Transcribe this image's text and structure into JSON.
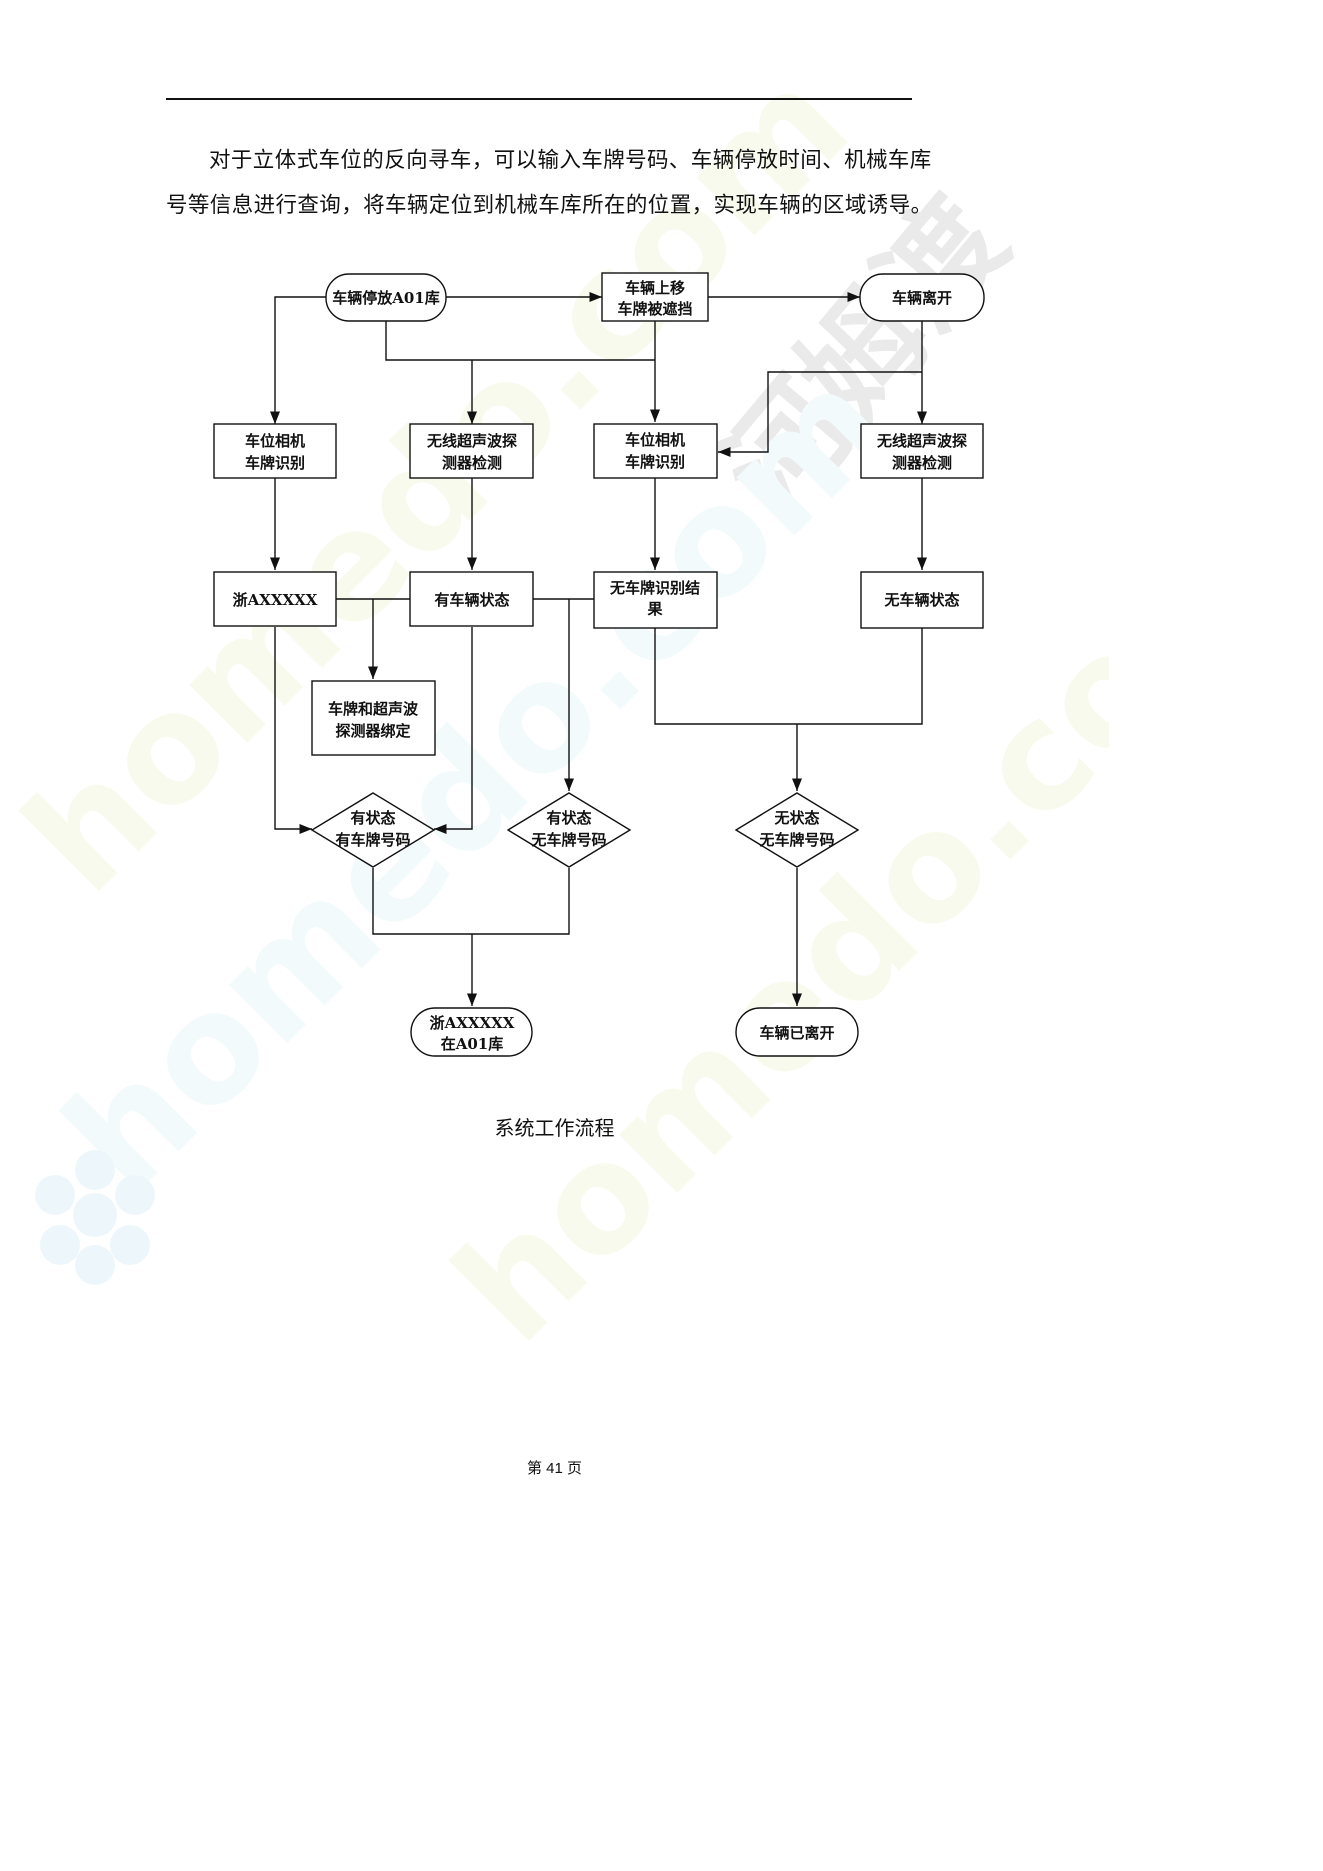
{
  "paragraph": "对于立体式车位的反向寻车，可以输入车牌号码、车辆停放时间、机械车库号等信息进行查询，将车辆定位到机械车库所在的位置，实现车辆的区域诱导。",
  "flowchart": {
    "start_parked": "车辆停放A01库",
    "moved_up": [
      "车辆上移",
      "车牌被遮挡"
    ],
    "vehicle_left": "车辆离开",
    "camera_1": [
      "车位相机",
      "车牌识别"
    ],
    "ultrasonic_1": [
      "无线超声波探",
      "测器检测"
    ],
    "camera_2": [
      "车位相机",
      "车牌识别"
    ],
    "ultrasonic_2": [
      "无线超声波探",
      "测器检测"
    ],
    "plate_result": "浙AXXXXX",
    "has_vehicle": "有车辆状态",
    "no_plate_result": [
      "无车牌识别结",
      "果"
    ],
    "no_vehicle": "无车辆状态",
    "bind": [
      "车牌和超声波",
      "探测器绑定"
    ],
    "diamond_1": [
      "有状态",
      "有车牌号码"
    ],
    "diamond_2": [
      "有状态",
      "无车牌号码"
    ],
    "diamond_3": [
      "无状态",
      "无车牌号码"
    ],
    "end_located": [
      "浙AXXXXX",
      "在A01库"
    ],
    "end_left": "车辆已离开"
  },
  "caption": "系统工作流程",
  "page_number": "第 41 页",
  "watermark": [
    "homedo.com",
    "河姆渡"
  ]
}
